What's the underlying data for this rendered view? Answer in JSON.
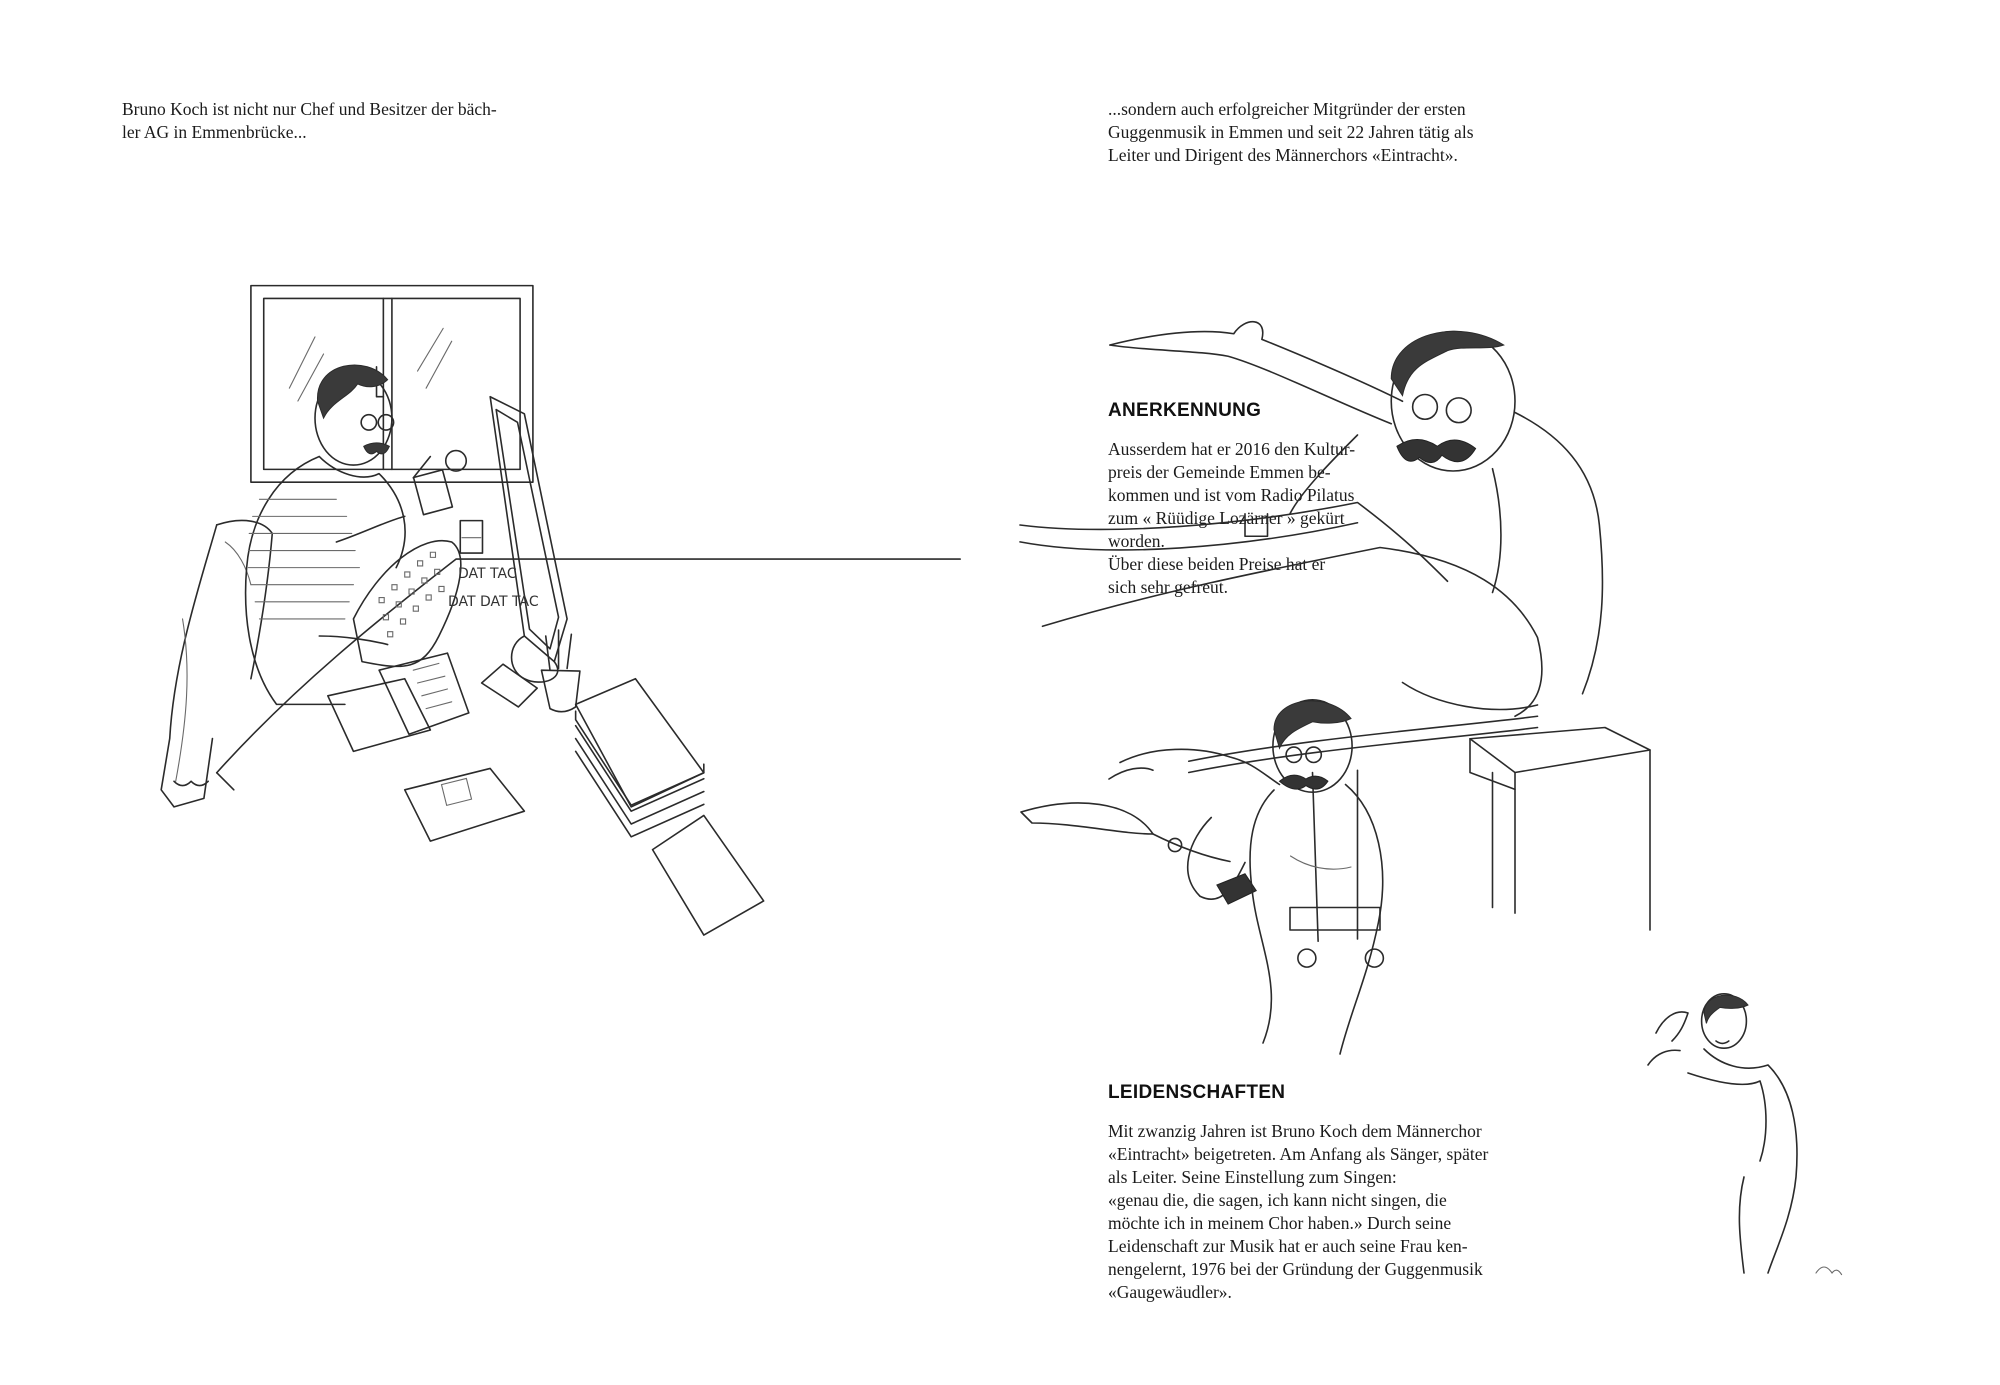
{
  "left_page": {
    "caption": "Bruno Koch ist nicht nur Chef und Besitzer der bäch-\nler AG in Emmenbrücke..."
  },
  "right_page": {
    "caption": "...sondern auch erfolgreicher Mitgründer der ersten\nGuggenmusik in Emmen und seit 22 Jahren tätig als\nLeiter und Dirigent des Männerchors «Eintracht».",
    "sections": [
      {
        "heading": "ANERKENNUNG",
        "body": "Ausserdem hat er 2016 den Kultur-\npreis der Gemeinde Emmen be-\nkommen und ist vom Radio Pilatus\nzum « Rüüdige Lozärner » gekürt\nworden.\nÜber diese beiden Preise hat er\nsich sehr gefreut."
      },
      {
        "heading": "LEIDENSCHAFTEN",
        "body": "Mit zwanzig Jahren ist Bruno Koch dem Männerchor\n«Eintracht» beigetreten. Am Anfang als Sänger, später\nals Leiter. Seine Einstellung zum Singen:\n«genau die, die sagen, ich kann nicht singen, die\nmöchte ich in meinem Chor haben.» Durch seine\nLeidenschaft zur Musik hat er auch seine Frau ken-\nnengelernt, 1976 bei der Gründung der Guggenmusik\n«Gaugewäudler»."
      }
    ]
  },
  "illustration_scribbles": {
    "keyboard_sound_1": "DAT TAC",
    "keyboard_sound_2": "DAT DAT TAC"
  },
  "colors": {
    "ink": "#2b2b2b",
    "paper": "#ffffff",
    "text": "#1b1b1b"
  }
}
